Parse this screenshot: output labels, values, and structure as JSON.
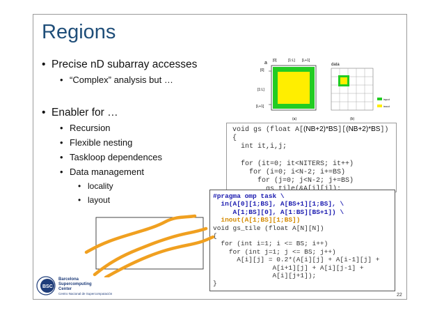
{
  "slide": {
    "title": "Regions",
    "page_number": "22"
  },
  "bullets": [
    {
      "level": 1,
      "text": "Precise nD subarray accesses"
    },
    {
      "level": 2,
      "text": "“Complex” analysis but …"
    },
    {
      "level": 1,
      "text": "Enabler for …"
    },
    {
      "level": 2,
      "text": "Recursion"
    },
    {
      "level": 2,
      "text": "Flexible nesting"
    },
    {
      "level": 2,
      "text": "Taskloop dependences"
    },
    {
      "level": 2,
      "text": "Data management"
    },
    {
      "level": 3,
      "text": "locality"
    },
    {
      "level": 3,
      "text": "layout"
    }
  ],
  "figure": {
    "label_a": "a",
    "top_labels": [
      "[0]",
      "[1:L]",
      "[L+1]"
    ],
    "left_labels": [
      "[0]",
      "[1:L]",
      "[L+1]"
    ],
    "caption_a": "(a)",
    "caption_b": "(b)",
    "data_label": "data",
    "legend": [
      "input",
      "inout"
    ],
    "colors": {
      "input": "#22cc22",
      "inout": "#ffee00"
    }
  },
  "code_gs": {
    "sig_pre": "void gs (float A[",
    "sig_arg1": "(NB+2)*BS",
    "sig_mid": "][",
    "sig_arg2": "(NB+2)*BS",
    "sig_post": "])",
    "lines": [
      "{",
      "  int it,i,j;",
      "",
      "  for (it=0; it<NITERS; it++)",
      "    for (i=0; i<N-2; i+=BS)",
      "      for (j=0; j<N-2; j+=BS)",
      "        gs_tile(&A[i][j]);",
      "}"
    ]
  },
  "code_tile": {
    "pragma_lines": [
      "#pragma omp task \\",
      "  in(A[0][1;BS], A[BS+1][1;BS], \\",
      "     A[1;BS][0], A[1:BS][BS+1]) \\"
    ],
    "inout_line": "  inout(A[1;BS][1;BS])",
    "lines": [
      "void gs_tile (float A[N][N])",
      "{",
      "  for (int i=1; i <= BS; i++)",
      "    for (int j=1; j <= BS; j++)",
      "      A[i][j] = 0.2*(A[i][j] + A[i-1][j] +",
      "               A[i+1][j] + A[i][j-1] +",
      "               A[i][j+1]);",
      "}"
    ]
  },
  "logo": {
    "badge": "BSC",
    "line1": "Barcelona",
    "line2": "Supercomputing",
    "line3": "Center",
    "subtitle": "Centro Nacional de Supercomputación"
  }
}
